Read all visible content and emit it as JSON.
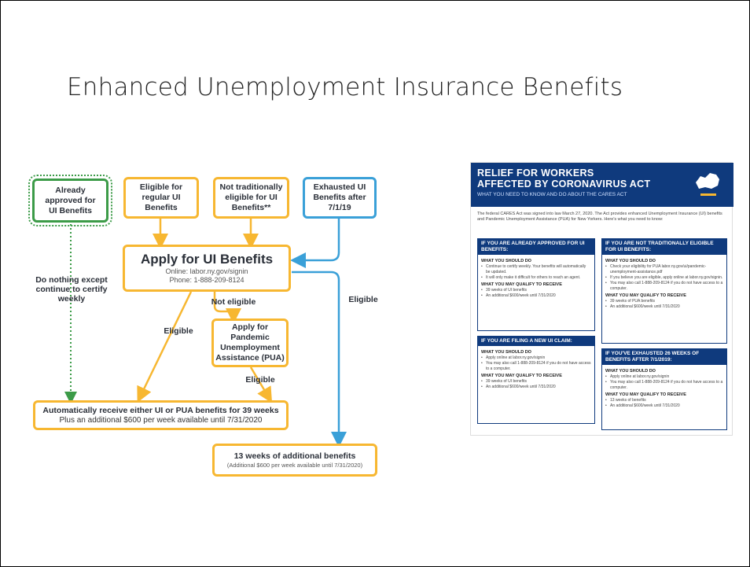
{
  "slide": {
    "title": "Enhanced Unemployment Insurance Benefits"
  },
  "flowchart": {
    "already_approved": "Already approved for UI Benefits",
    "eligible_regular": "Eligible for regular UI Benefits",
    "not_traditionally": "Not traditionally eligible for UI Benefits**",
    "exhausted": "Exhausted UI Benefits after 7/1/19",
    "apply_title": "Apply for UI Benefits",
    "apply_online": "Online: labor.ny.gov/signin",
    "apply_phone": "Phone: 1-888-209-8124",
    "do_nothing": "Do nothing except continue to certify weekly",
    "not_eligible": "Not eligible",
    "eligible_left": "Eligible",
    "eligible_right": "Eligible",
    "eligible_pua": "Eligible",
    "pua": "Apply for Pandemic Unemployment Assistance (PUA)",
    "auto_main": "Automatically receive either UI or PUA benefits for 39 weeks",
    "auto_sub": "Plus an additional $600 per week available until 7/31/2020",
    "weeks_main": "13 weeks of additional benefits",
    "weeks_sub": "(Additional $600 per week available until 7/31/2020)"
  },
  "colors": {
    "orange": "#f7b731",
    "blue": "#3aa0d8",
    "green": "#3c9b48",
    "navy": "#0f3a7d"
  },
  "flyer": {
    "title_line1": "RELIEF FOR WORKERS",
    "title_line2": "AFFECTED BY CORONAVIRUS ACT",
    "subtitle": "WHAT YOU NEED TO KNOW AND DO ABOUT THE CARES ACT",
    "intro": "The federal CARES Act was signed into law March 27, 2020. The Act provides enhanced Unemployment Insurance (UI) benefits and Pandemic Unemployment Assistance (PUA) for New Yorkers. Here's what you need to know:",
    "sec1_head": "IF YOU ARE ALREADY APPROVED FOR UI BENEFITS:",
    "sec1_do": "WHAT YOU SHOULD DO",
    "sec1_b1": "Continue to certify weekly. Your benefits will automatically be updated.",
    "sec1_b2": "It will only make it difficult for others to reach an agent.",
    "sec1_get": "WHAT YOU MAY QUALIFY TO RECEIVE",
    "sec1_b3": "39 weeks of UI benefits",
    "sec1_b4": "An additional $600/week until 7/31/2020",
    "sec2_head": "IF YOU ARE FILING A NEW UI CLAIM:",
    "sec2_do": "WHAT YOU SHOULD DO",
    "sec2_b1": "Apply online at labor.ny.gov/signin",
    "sec2_b2": "You may also call 1-888-209-8124 if you do not have access to a computer.",
    "sec2_get": "WHAT YOU MAY QUALIFY TO RECEIVE",
    "sec2_b3": "39 weeks of UI benefits",
    "sec2_b4": "An additional $600/week until 7/31/2020",
    "sec3_head": "IF YOU ARE NOT TRADITIONALLY ELIGIBLE FOR UI BENEFITS:",
    "sec3_do": "WHAT YOU SHOULD DO",
    "sec3_b1": "Check your eligibility for PUA labor.ny.gov/ui/pandemic-unemployment-assistance.pdf",
    "sec3_b2": "If you believe you are eligible, apply online at labor.ny.gov/signin.",
    "sec3_b3": "You may also call 1-888-209-8124 if you do not have access to a computer.",
    "sec3_get": "WHAT YOU MAY QUALIFY TO RECEIVE",
    "sec3_b4": "39 weeks of PUA benefits",
    "sec3_b5": "An additional $600/week until 7/31/2020",
    "sec4_head": "IF YOU'VE EXHAUSTED 26 WEEKS OF BENEFITS AFTER 7/1/2019:",
    "sec4_do": "WHAT YOU SHOULD DO",
    "sec4_b1": "Apply online at labor.ny.gov/signin",
    "sec4_b2": "You may also call 1-888-209-8124 if you do not have access to a computer.",
    "sec4_get": "WHAT YOU MAY QUALIFY TO RECEIVE",
    "sec4_b3": "13 weeks of benefits",
    "sec4_b4": "An additional $600/week until 7/31/2020"
  }
}
